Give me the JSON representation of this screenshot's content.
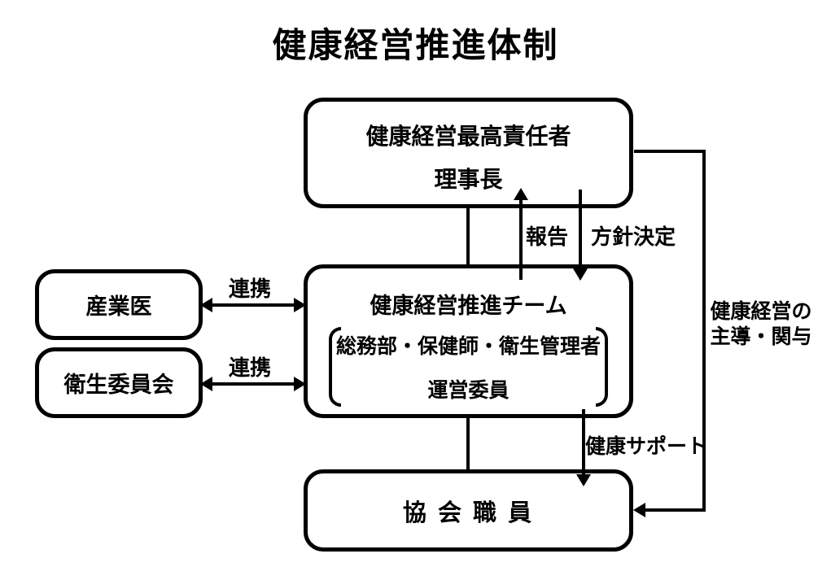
{
  "title": "健康経営推進体制",
  "colors": {
    "line": "#000000",
    "text": "#000000",
    "background": "#ffffff"
  },
  "nodes": {
    "executive": {
      "title": "健康経営最高責任者",
      "subtitle": "理事長"
    },
    "team": {
      "title": "健康経営推進チーム",
      "members_line1": "総務部・保健師・衛生管理者",
      "members_line2": "運営委員"
    },
    "occupational_physician": {
      "label": "産業医"
    },
    "hygiene_committee": {
      "label": "衛生委員会"
    },
    "staff": {
      "label": "協 会 職 員"
    }
  },
  "edges": {
    "report": {
      "label": "報告"
    },
    "policy_decision": {
      "label": "方針決定"
    },
    "cooperation_physician": {
      "label": "連携"
    },
    "cooperation_committee": {
      "label": "連携"
    },
    "health_support": {
      "label": "健康サポート"
    },
    "leadership": {
      "label_line1": "健康経営の",
      "label_line2": "主導・関与"
    }
  }
}
